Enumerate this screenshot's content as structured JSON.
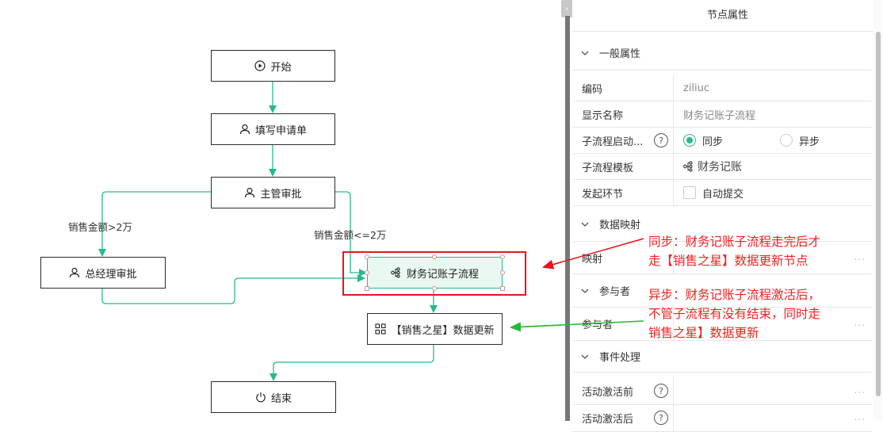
{
  "flow": {
    "nodes": {
      "start": "开始",
      "fill_form": "填写申请单",
      "manager": "主管审批",
      "gm": "总经理审批",
      "finance": "财务记账子流程",
      "sales_star": "【销售之星】数据更新",
      "end": "结束"
    },
    "edge_labels": {
      "gt_2w": "销售金额>2万",
      "le_2w": "销售金额<=2万"
    },
    "colors": {
      "edge": "#26b98f",
      "selected_fill": "#e9f8f0",
      "highlight": "#e8141c"
    }
  },
  "annotations": {
    "sync": [
      "同步：财务记账子流程走完后才",
      "走【销售之星】数据更新节点"
    ],
    "async": [
      "异步：财务记账子流程激活后，",
      "不管子流程有没有结束，同时走",
      "销售之星】数据更新"
    ],
    "sync_arrow_color": "#e8141c",
    "async_arrow_color": "#22bb33"
  },
  "panel": {
    "title": "节点属性",
    "sections": {
      "general": "一般属性",
      "data_mapping": "数据映射",
      "participants": "参与者",
      "events": "事件处理"
    },
    "fields": {
      "code_label": "编码",
      "code_value": "ziliuc",
      "display_label": "显示名称",
      "display_value": "财务记账子流程",
      "start_mode_label": "子流程启动...",
      "start_mode_options": [
        "同步",
        "异步"
      ],
      "start_mode_selected": "同步",
      "template_label": "子流程模板",
      "template_value": "财务记账",
      "origin_label": "发起环节",
      "origin_checkbox": "自动提交",
      "origin_checked": false,
      "mapping_label": "映射",
      "participant_label": "参与者",
      "before_label": "活动激活前",
      "after_label": "活动激活后"
    },
    "help_glyph": "?",
    "more_glyph": "...",
    "collapse_glyph": "›"
  }
}
